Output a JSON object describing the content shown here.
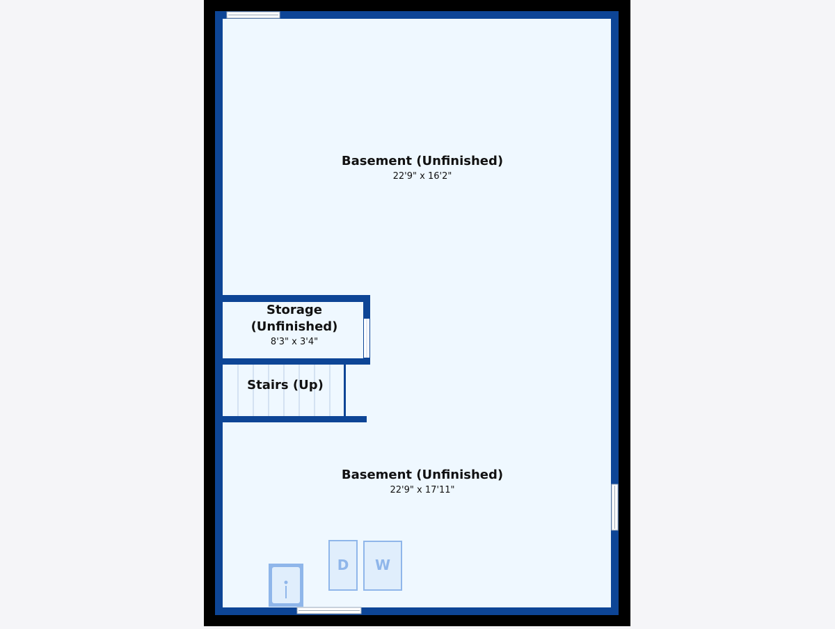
{
  "rooms": {
    "basement_top": {
      "name": "Basement (Unfinished)",
      "dims": "22'9\" x 16'2\""
    },
    "storage": {
      "name_line1": "Storage",
      "name_line2": "(Unfinished)",
      "dims": "8'3\" x 3'4\""
    },
    "stairs": {
      "name": "Stairs (Up)"
    },
    "basement_bottom": {
      "name": "Basement (Unfinished)",
      "dims": "22'9\" x 17'11\""
    }
  },
  "appliances": {
    "dryer_letter": "D",
    "washer_letter": "W"
  },
  "colors": {
    "wall": "#0d4596",
    "floor": "#eff8ff",
    "frame": "#000000",
    "background": "#f5f5f8",
    "appliance_stroke": "#8fb6ea",
    "appliance_fill": "#e0eefc"
  }
}
